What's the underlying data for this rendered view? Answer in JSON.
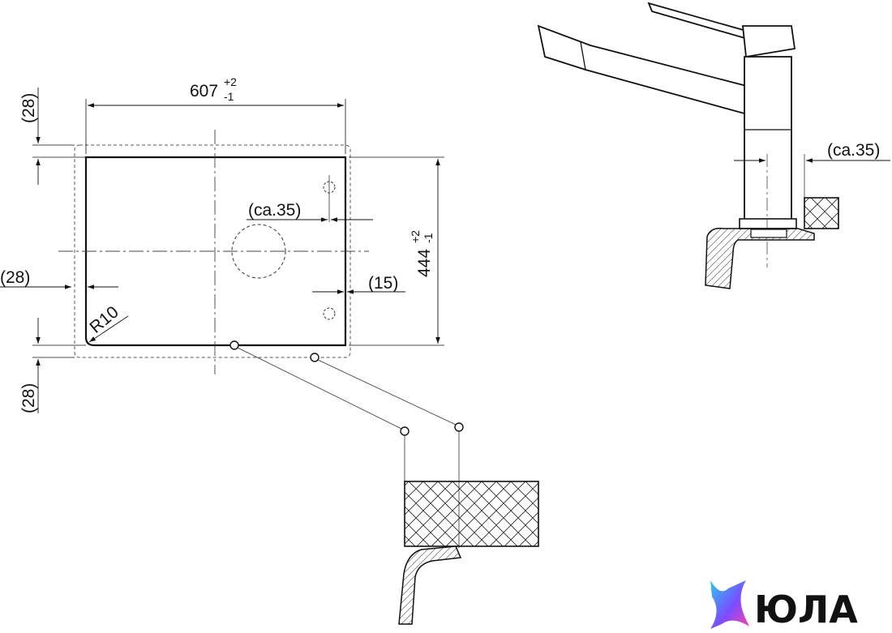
{
  "dimensions": {
    "width_main": "607",
    "width_tol_plus": "+2",
    "width_tol_minus": "-1",
    "height_main": "444",
    "height_tol_plus": "+2",
    "height_tol_minus": "-1",
    "top_margin": "(28)",
    "bottom_margin": "(28)",
    "left_margin": "(28)",
    "radius": "R10",
    "tap_offset_plan": "(ca.35)",
    "tap_offset_side": "(ca.35)",
    "hole_offset": "(15)"
  },
  "logo": {
    "text": "ЮЛА",
    "gradient_start": "#29c8f0",
    "gradient_mid": "#7b4dff",
    "gradient_end": "#ff3fa8"
  }
}
